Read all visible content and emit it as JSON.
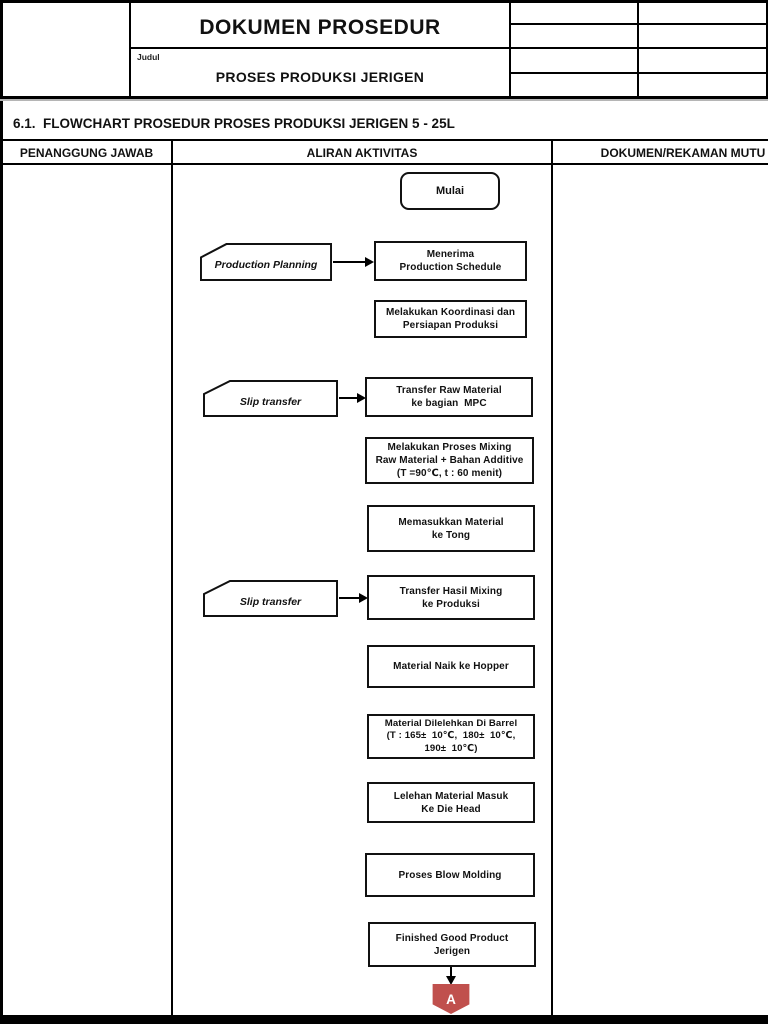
{
  "header": {
    "doc_type": "DOKUMEN PROSEDUR",
    "judul_label": "Judul",
    "doc_title": "PROSES PRODUKSI JERIGEN"
  },
  "section_heading": "6.1.  FLOWCHART PROSEDUR PROSES PRODUKSI JERIGEN 5 - 25L",
  "table": {
    "columns": [
      {
        "label": "PENANGGUNG JAWAB"
      },
      {
        "label": "ALIRAN AKTIVITAS"
      },
      {
        "label": "DOKUMEN/REKAMAN MUTU"
      }
    ]
  },
  "flowchart": {
    "start_label": "Mulai",
    "tags": [
      {
        "label": "Production Planning"
      },
      {
        "label": "Slip transfer"
      },
      {
        "label": "Slip transfer"
      }
    ],
    "steps": [
      {
        "id": "menerima-schedule",
        "text": "Menerima\nProduction Schedule"
      },
      {
        "id": "koordinasi-persiapan",
        "text": "Melakukan Koordinasi dan\nPersiapan Produksi"
      },
      {
        "id": "transfer-raw-material",
        "text": "Transfer Raw Material\nke bagian  MPC"
      },
      {
        "id": "proses-mixing",
        "text": "Melakukan Proses Mixing\nRaw Material + Bahan Additive\n(T =90℃, t : 60 menit)"
      },
      {
        "id": "memasukkan-tong",
        "text": "Memasukkan Material\nke Tong"
      },
      {
        "id": "transfer-hasil-mixing",
        "text": "Transfer Hasil Mixing\nke Produksi"
      },
      {
        "id": "material-naik-hopper",
        "text": "Material Naik ke Hopper"
      },
      {
        "id": "material-dilelehkan-barrel",
        "text": "Material Dilelehkan Di Barrel\n(T : 165±  10℃,  180±  10℃,\n190±  10℃)"
      },
      {
        "id": "lelehan-die-head",
        "text": "Lelehan Material Masuk\nKe Die Head"
      },
      {
        "id": "proses-blow-molding",
        "text": "Proses Blow Molding"
      },
      {
        "id": "finished-good-product",
        "text": "Finished Good Product\nJerigen"
      }
    ],
    "connector_label": "A",
    "connector_color": "#c0504d"
  }
}
